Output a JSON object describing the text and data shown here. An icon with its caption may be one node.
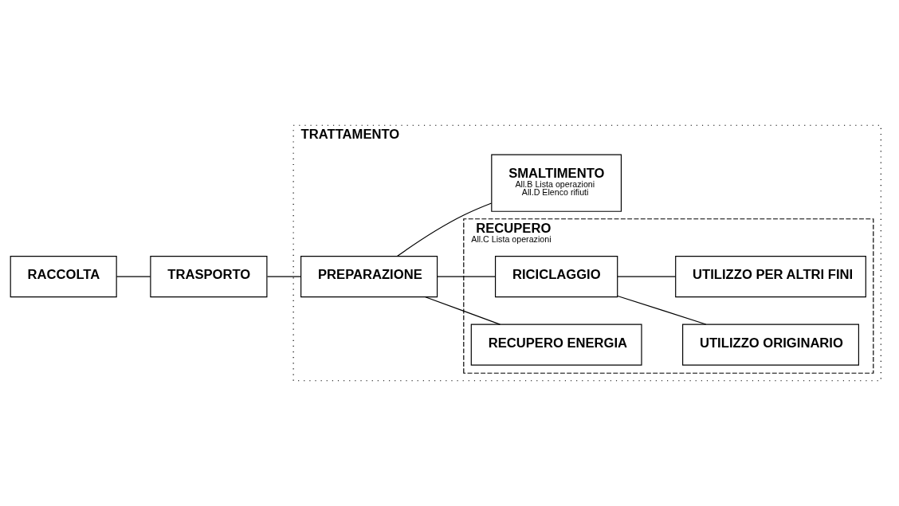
{
  "diagram": {
    "nodes": [
      {
        "text": [
          "TRATTAMENTO"
        ]
      },
      {
        "text": [
          "RACCOLTA"
        ]
      },
      {
        "text": [
          "TRASPORTO"
        ]
      },
      {
        "text": [
          "PREPARAZIONE"
        ],
        "in": 0
      },
      {
        "text": [
          "RECUPERO",
          "All.C Lista operazioni"
        ],
        "in": 0
      },
      {
        "text": [
          "RICICLAGGIO"
        ],
        "in": 4
      },
      {
        "text": [
          "UTILIZZO ORIGINARIO"
        ],
        "in": 4
      },
      {
        "text": [
          "UTILIZZO PER ALTRI FINI"
        ],
        "in": 4
      },
      {
        "text": [
          "RECUPERO ENERGIA"
        ],
        "in": 4
      },
      {
        "text": [
          "SMALTIMENTO",
          "All.B Lista operazioni",
          "All.D Elenco rifiuti"
        ],
        "in": 0
      }
    ],
    "edges": [
      {
        "from": 1,
        "to": 2,
        "arrow": "none"
      },
      {
        "from": 2,
        "to": 3,
        "arrow": "none"
      },
      {
        "from": 3,
        "to": 5,
        "arrow": "none"
      },
      {
        "from": 3,
        "to": 8,
        "arrow": "none"
      },
      {
        "from": 3,
        "to": 9,
        "arrow": "none"
      },
      {
        "from": 5,
        "to": 6,
        "arrow": "none"
      },
      {
        "from": 5,
        "to": 7,
        "arrow": "none"
      }
    ]
  }
}
